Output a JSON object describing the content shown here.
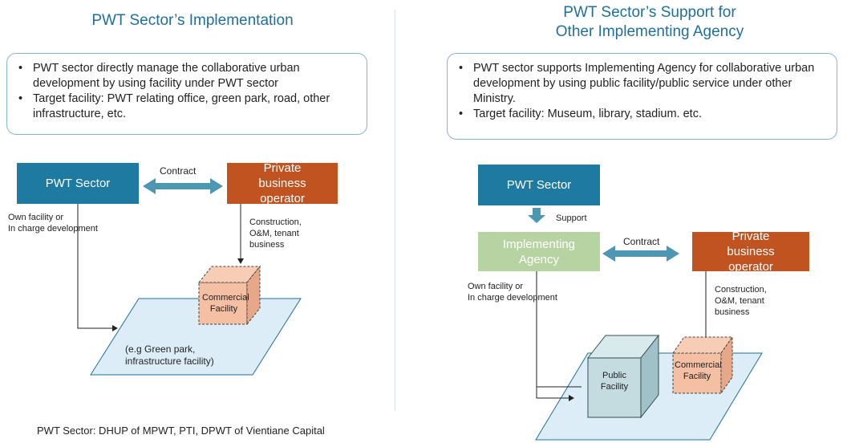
{
  "left": {
    "title": "PWT Sector’s Implementation",
    "bullets": [
      "PWT sector directly manage the collaborative urban development by using facility under PWT sector",
      "Target facility: PWT relating office, green park, road, other infrastructure, etc."
    ],
    "pwt_box": "PWT Sector",
    "private_box": "Private business operator",
    "contract_label": "Contract",
    "own_facility_label": "Own facility or\nIn charge development",
    "construction_label": "Construction,\nO&M, tenant\nbusiness",
    "commercial_label": "Commercial Facility",
    "ground_label": "(e.g Green park,\ninfrastructure facility)",
    "footer": "PWT Sector: DHUP of MPWT, PTI, DPWT of Vientiane Capital"
  },
  "right": {
    "title_line1": "PWT Sector’s Support for",
    "title_line2": "Other Implementing Agency",
    "bullets": [
      "PWT sector supports Implementing Agency for collaborative urban development by using public facility/public service under other Ministry.",
      "Target facility: Museum, library, stadium. etc."
    ],
    "pwt_box": "PWT Sector",
    "support_label": "Support",
    "agency_box": "Implementing Agency",
    "contract_label": "Contract",
    "private_box": "Private business operator",
    "own_facility_label": "Own facility or\nIn charge development",
    "construction_label": "Construction,\nO&M, tenant\nbusiness",
    "public_label": "Public Facility",
    "commercial_label": "Commercial Facility"
  },
  "colors": {
    "title": "#1f6f9a",
    "pwt_box": "#1e7aa0",
    "private_box": "#c0531f",
    "agency_box": "#b7d3a2",
    "arrow": "#4d97b3",
    "ground": "#dcedf7",
    "commercial": "#f5bfa3",
    "public": "#c4dce0"
  }
}
